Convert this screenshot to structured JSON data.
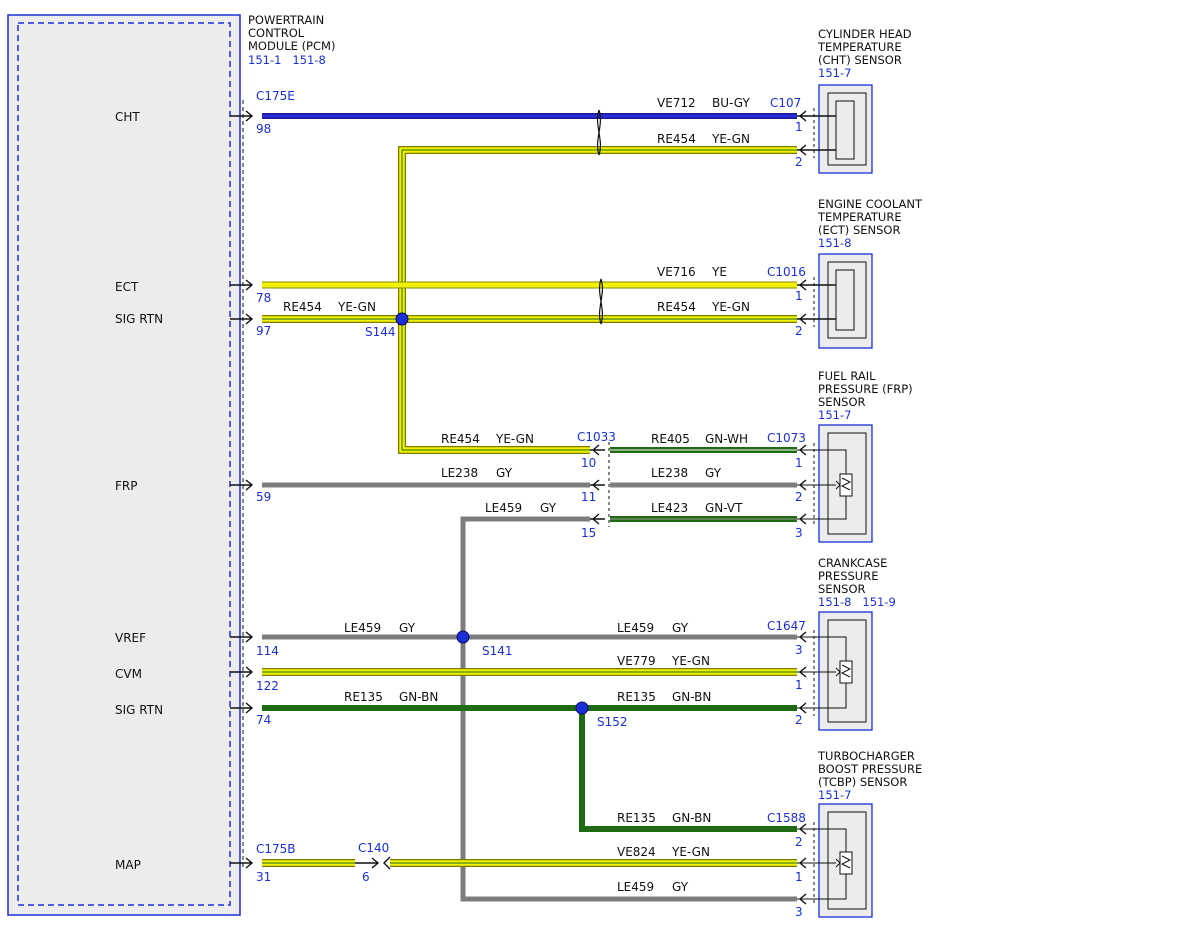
{
  "pcm": {
    "title_lines": [
      "POWERTRAIN",
      "CONTROL",
      "MODULE (PCM)"
    ],
    "refs": "151-1   151-8",
    "pins": [
      {
        "label": "CHT",
        "connector": "C175E",
        "pin": "98"
      },
      {
        "label": "ECT",
        "connector": "",
        "pin": "78"
      },
      {
        "label": "SIG RTN",
        "connector": "",
        "pin": "97"
      },
      {
        "label": "FRP",
        "connector": "",
        "pin": "59"
      },
      {
        "label": "VREF",
        "connector": "",
        "pin": "114"
      },
      {
        "label": "CVM",
        "connector": "",
        "pin": "122"
      },
      {
        "label": "SIG RTN",
        "connector": "",
        "pin": "74"
      },
      {
        "label": "MAP",
        "connector": "C175B",
        "pin": "31"
      }
    ]
  },
  "components": [
    {
      "title_lines": [
        "CYLINDER HEAD",
        "TEMPERATURE",
        "(CHT) SENSOR"
      ],
      "ref": "151-7",
      "connector": "C107",
      "pins": [
        "1",
        "2"
      ]
    },
    {
      "title_lines": [
        "ENGINE COOLANT",
        "TEMPERATURE",
        "(ECT) SENSOR"
      ],
      "ref": "151-8",
      "connector": "C1016",
      "pins": [
        "1",
        "2"
      ]
    },
    {
      "title_lines": [
        "FUEL RAIL",
        "PRESSURE (FRP)",
        "SENSOR"
      ],
      "ref": "151-7",
      "connector": "C1073",
      "pins": [
        "1",
        "2",
        "3"
      ]
    },
    {
      "title_lines": [
        "CRANKCASE",
        "PRESSURE",
        "SENSOR"
      ],
      "ref": "151-8   151-9",
      "connector": "C1647",
      "pins": [
        "3",
        "1",
        "2"
      ]
    },
    {
      "title_lines": [
        "TURBOCHARGER",
        "BOOST PRESSURE",
        "(TCBP) SENSOR"
      ],
      "ref": "151-7",
      "connector": "C1588",
      "pins": [
        "2",
        "1",
        "3"
      ]
    }
  ],
  "inline_connectors": [
    {
      "name": "C1033",
      "pins": [
        "10",
        "11",
        "15"
      ]
    },
    {
      "name": "C140",
      "pins": [
        "6"
      ]
    }
  ],
  "splices": [
    "S144",
    "S141",
    "S152"
  ],
  "wires": [
    {
      "circuit": "VE712",
      "color": "BU-GY"
    },
    {
      "circuit": "RE454",
      "color": "YE-GN"
    },
    {
      "circuit": "VE716",
      "color": "YE"
    },
    {
      "circuit": "RE454",
      "color": "YE-GN"
    },
    {
      "circuit": "RE454",
      "color": "YE-GN"
    },
    {
      "circuit": "RE454",
      "color": "YE-GN"
    },
    {
      "circuit": "RE405",
      "color": "GN-WH"
    },
    {
      "circuit": "LE238",
      "color": "GY"
    },
    {
      "circuit": "LE238",
      "color": "GY"
    },
    {
      "circuit": "LE459",
      "color": "GY"
    },
    {
      "circuit": "LE423",
      "color": "GN-VT"
    },
    {
      "circuit": "LE459",
      "color": "GY"
    },
    {
      "circuit": "LE459",
      "color": "GY"
    },
    {
      "circuit": "VE779",
      "color": "YE-GN"
    },
    {
      "circuit": "RE135",
      "color": "GN-BN"
    },
    {
      "circuit": "RE135",
      "color": "GN-BN"
    },
    {
      "circuit": "RE135",
      "color": "GN-BN"
    },
    {
      "circuit": "VE824",
      "color": "YE-GN"
    },
    {
      "circuit": "LE459",
      "color": "GY"
    }
  ],
  "colors": {
    "blue": "#1a2fd6",
    "wire_blue": "#2a2ee0",
    "yellow": "#f2f200",
    "dark_green": "#1f6a12",
    "gray": "#7d7d7d",
    "pcm_fill": "#ececec",
    "pcm_border": "#1a2fd6"
  }
}
